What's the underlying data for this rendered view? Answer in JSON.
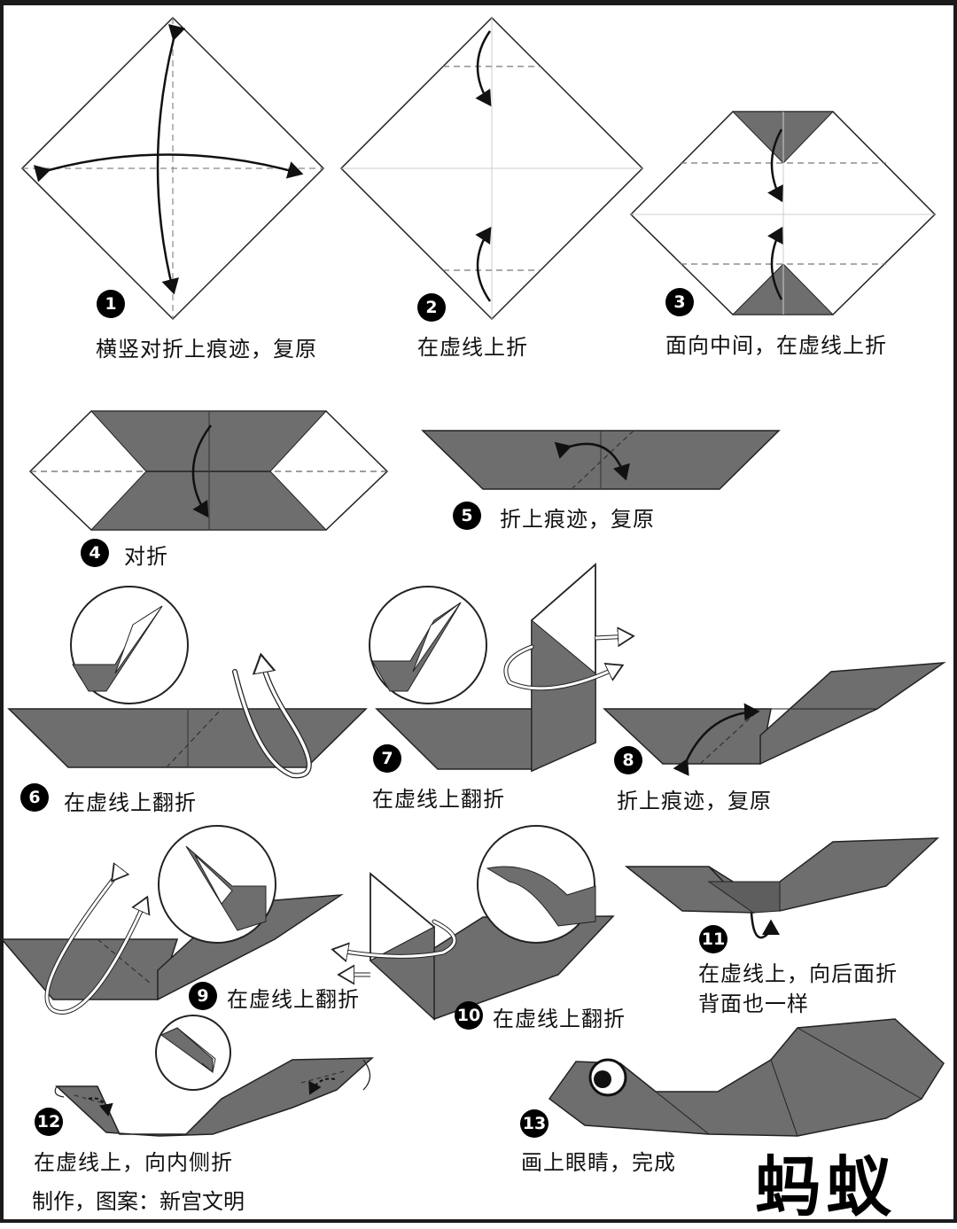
{
  "title": "蚂蚁",
  "credit": "制作，图案：新宫文明",
  "colors": {
    "paper_gray": "#6e6e6e",
    "paper_white": "#ffffff",
    "outline": "#1a1a1a"
  },
  "steps": [
    {
      "number": "1",
      "caption": "横竖对折上痕迹，复原"
    },
    {
      "number": "2",
      "caption": "在虚线上折"
    },
    {
      "number": "3",
      "caption": "面向中间，在虚线上折"
    },
    {
      "number": "4",
      "caption": "对折"
    },
    {
      "number": "5",
      "caption": "折上痕迹，复原"
    },
    {
      "number": "6",
      "caption": "在虚线上翻折"
    },
    {
      "number": "7",
      "caption": "在虚线上翻折"
    },
    {
      "number": "8",
      "caption": "折上痕迹，复原"
    },
    {
      "number": "9",
      "caption": "在虚线上翻折"
    },
    {
      "number": "10",
      "caption": "在虚线上翻折"
    },
    {
      "number": "11",
      "caption": "在虚线上，向后面折\n背面也一样"
    },
    {
      "number": "12",
      "caption": "在虚线上，向内侧折"
    },
    {
      "number": "13",
      "caption": "画上眼睛，完成"
    }
  ]
}
